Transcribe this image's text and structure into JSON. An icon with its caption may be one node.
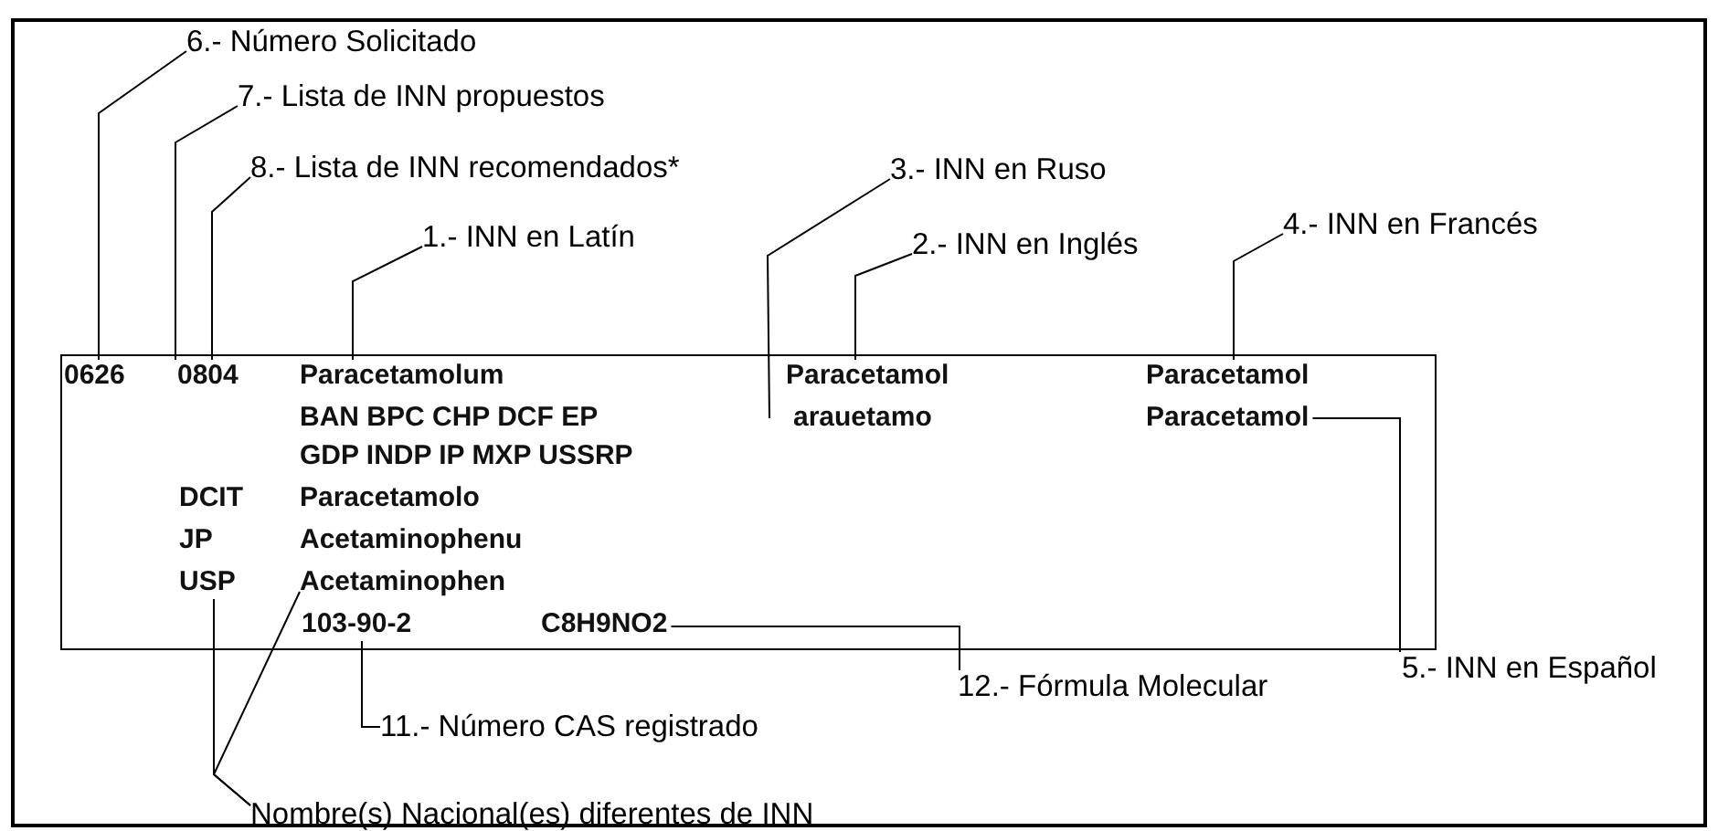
{
  "diagram": {
    "nodes": [
      {
        "text": [],
        "shape": "box"
      },
      {
        "text": [
          "0626"
        ],
        "in": 0
      },
      {
        "text": [
          "0804"
        ],
        "in": 0
      },
      {
        "text": [
          "Paracetamolum"
        ],
        "in": 0
      },
      {
        "text": [
          "BAN BPC CHP DCF EP"
        ],
        "in": 0
      },
      {
        "text": [
          "GDP INDP IP MXP USSRP"
        ],
        "in": 0
      },
      {
        "text": [
          "DCIT"
        ],
        "in": 0
      },
      {
        "text": [
          "Paracetamolo"
        ],
        "in": 0
      },
      {
        "text": [
          "JP"
        ],
        "in": 0
      },
      {
        "text": [
          "Acetaminophenu"
        ],
        "in": 0
      },
      {
        "text": [
          "USP"
        ],
        "in": 0
      },
      {
        "text": [
          "Acetaminophen"
        ],
        "in": 0
      },
      {
        "text": [
          "103-90-2"
        ],
        "in": 0
      },
      {
        "text": [
          "C8H9NO2"
        ],
        "in": 0
      },
      {
        "text": [
          "Paracetamol"
        ],
        "in": 0
      },
      {
        "text": [
          "arauetamo"
        ],
        "in": 0
      },
      {
        "text": [
          "Paracetamol"
        ],
        "in": 0
      },
      {
        "text": [
          "Paracetamol"
        ],
        "in": 0
      },
      {
        "text": [
          "6.- Número Solicitado"
        ]
      },
      {
        "text": [
          "7.- Lista de INN propuestos"
        ]
      },
      {
        "text": [
          "8.- Lista de INN recomendados*"
        ]
      },
      {
        "text": [
          "1.- INN en Latín"
        ]
      },
      {
        "text": [
          "3.- INN en Ruso"
        ]
      },
      {
        "text": [
          "2.- INN en Inglés"
        ]
      },
      {
        "text": [
          "4.- INN en Francés"
        ]
      },
      {
        "text": [
          "5.- INN en Español"
        ]
      },
      {
        "text": [
          "12.- Fórmula Molecular"
        ]
      },
      {
        "text": [
          "11.- Número CAS registrado"
        ]
      },
      {
        "text": [
          "Nombre(s) Nacional(es) diferentes de INN"
        ]
      }
    ],
    "edges": [
      {
        "from": 18,
        "to": 1,
        "arrow": "none"
      },
      {
        "from": 19,
        "to": 2,
        "arrow": "none"
      },
      {
        "from": 20,
        "to": 2,
        "arrow": "none"
      },
      {
        "from": 21,
        "to": 3,
        "arrow": "none"
      },
      {
        "from": 22,
        "to": 15,
        "arrow": "none"
      },
      {
        "from": 23,
        "to": 14,
        "arrow": "none"
      },
      {
        "from": 24,
        "to": 16,
        "arrow": "none"
      },
      {
        "from": 25,
        "to": 17,
        "arrow": "none"
      },
      {
        "from": 26,
        "to": 13,
        "arrow": "none"
      },
      {
        "from": 27,
        "to": 12,
        "arrow": "none"
      },
      {
        "from": 28,
        "to": 10,
        "arrow": "none"
      },
      {
        "from": 28,
        "to": 11,
        "arrow": "none"
      }
    ]
  }
}
